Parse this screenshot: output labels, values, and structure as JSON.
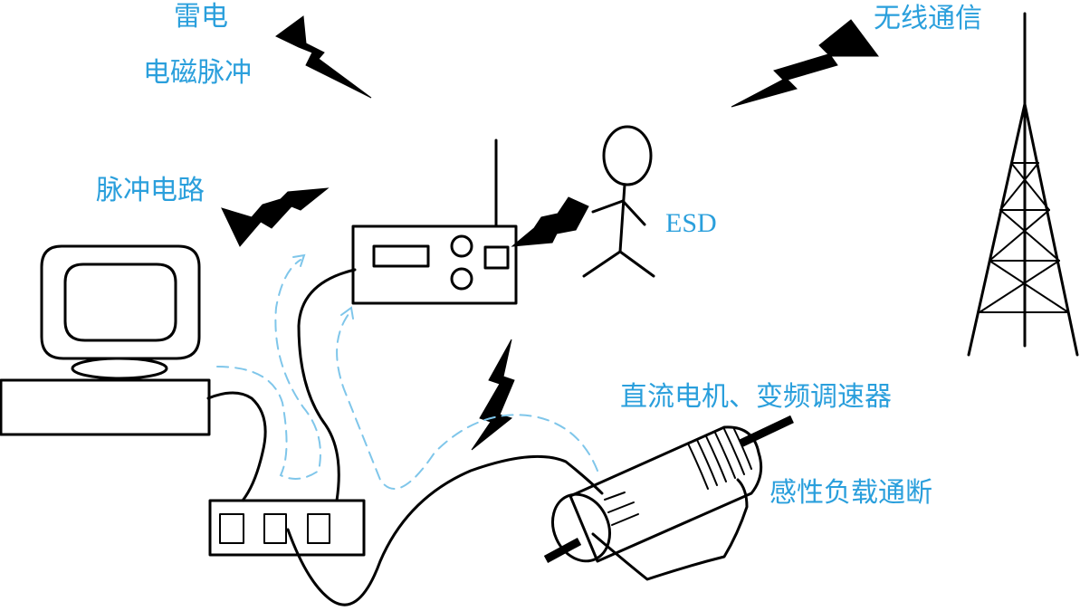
{
  "labels": {
    "lightning": "雷电",
    "emp": "电磁脉冲",
    "wireless": "无线通信",
    "pulse_circuit": "脉冲电路",
    "esd": "ESD",
    "dc_motor": "直流电机、变频调速器",
    "inductive_load": "感性负载通断"
  },
  "colors": {
    "label_text": "#2a9fdc",
    "line": "#000000",
    "coupling_path": "#7fc6ea",
    "socket_fill": "#d9d9d9"
  },
  "icons": {
    "computer": "computer-icon",
    "device": "electronic-device-icon",
    "person": "person-icon",
    "tower": "radio-tower-icon",
    "motor": "motor-icon",
    "power_strip": "power-strip-icon",
    "bolt": "lightning-bolt-icon"
  }
}
